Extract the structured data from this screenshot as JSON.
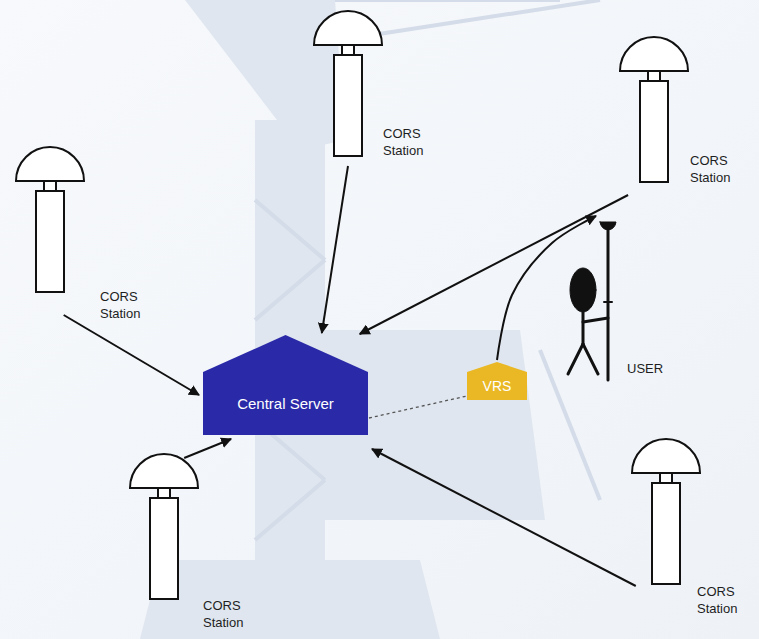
{
  "diagram": {
    "nodes": [
      {
        "text": [
          "CORS Station"
        ]
      },
      {
        "text": [
          "CORS Station"
        ]
      },
      {
        "text": [
          "CORS Station"
        ]
      },
      {
        "text": [
          "Central Server"
        ]
      },
      {
        "text": [
          "VRS"
        ]
      },
      {
        "text": [
          "USER"
        ]
      },
      {
        "text": [
          "CORS Station"
        ]
      },
      {
        "text": [
          "CORS Station"
        ]
      }
    ],
    "edges": [
      {
        "from": 0,
        "to": 3,
        "arrow": "to"
      },
      {
        "from": 1,
        "to": 3,
        "arrow": "to"
      },
      {
        "from": 2,
        "to": 3,
        "arrow": "to"
      },
      {
        "from": 7,
        "to": 3,
        "arrow": "to"
      },
      {
        "from": 6,
        "to": 3,
        "arrow": "to"
      },
      {
        "from": 3,
        "to": 4,
        "arrow": "none"
      },
      {
        "from": 4,
        "to": 5,
        "arrow": "to"
      }
    ]
  }
}
